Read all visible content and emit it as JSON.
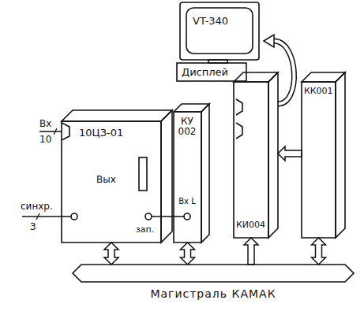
{
  "diagram": {
    "nodes": [
      {
        "text": [
          "VT-340",
          "Дисплей"
        ]
      },
      {
        "text": [
          "10ЦЗ-01",
          "Вых",
          "зап."
        ]
      },
      {
        "text": [
          "КУ 002",
          "Вх L"
        ]
      },
      {
        "text": [
          "КИ004"
        ]
      },
      {
        "text": [
          "КК001"
        ]
      },
      {
        "text": [
          "Магистраль КАМАК"
        ]
      }
    ],
    "edges": [
      {
        "from": 1,
        "to": 5,
        "arrow": "both"
      },
      {
        "from": 2,
        "to": 5,
        "arrow": "both"
      },
      {
        "from": 5,
        "to": 3,
        "arrow": "to"
      },
      {
        "from": 4,
        "to": 5,
        "arrow": "both"
      },
      {
        "from": 1,
        "to": 2,
        "arrow": "none"
      },
      {
        "from": 4,
        "to": 3,
        "arrow": "to"
      },
      {
        "from": 3,
        "to": 0,
        "arrow": "to"
      }
    ],
    "labels": [
      "Вх",
      "10",
      "синхр.",
      "3"
    ]
  }
}
